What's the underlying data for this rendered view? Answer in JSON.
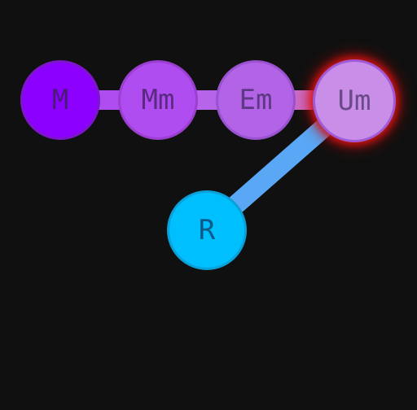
{
  "nodes": [
    {
      "id": "m",
      "label": "M",
      "fill": "#8c00ff",
      "text_color": "#4a1a7a"
    },
    {
      "id": "mm",
      "label": "Mm",
      "fill": "#b04df0",
      "text_color": "#5a2a80"
    },
    {
      "id": "em",
      "label": "Em",
      "fill": "#b363e6",
      "text_color": "#5e3884"
    },
    {
      "id": "um",
      "label": "Um",
      "fill": "#c98ee8",
      "text_color": "#6a4a88",
      "highlighted": true,
      "highlight_color": "#e01414"
    },
    {
      "id": "r",
      "label": "R",
      "fill": "#00bfff",
      "text_color": "#0a5a8a"
    }
  ],
  "edges": [
    {
      "from": "m",
      "to": "mm",
      "color": "#b04df0"
    },
    {
      "from": "mm",
      "to": "em",
      "color": "#b665ea"
    },
    {
      "from": "em",
      "to": "um",
      "color_from": "#c07ae8",
      "color_to": "#d85a9a"
    },
    {
      "from": "um",
      "to": "r",
      "color": "#5aa7f5"
    }
  ]
}
